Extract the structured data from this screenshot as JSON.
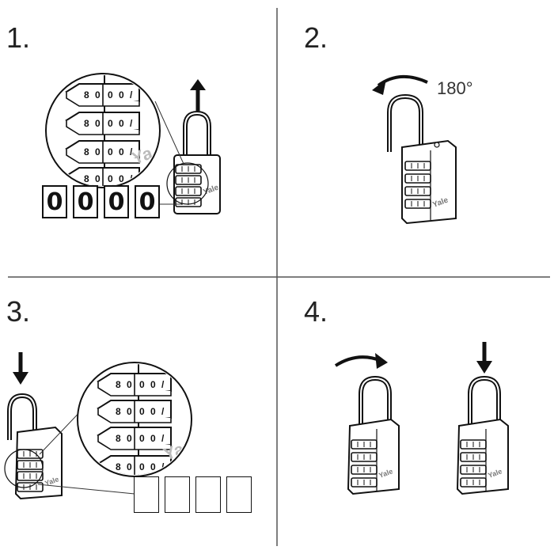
{
  "steps": [
    {
      "number": "1."
    },
    {
      "number": "2.",
      "rotation_label": "180°"
    },
    {
      "number": "3."
    },
    {
      "number": "4."
    }
  ],
  "step1": {
    "code_digits": [
      "0",
      "0",
      "0",
      "0"
    ]
  },
  "brand": "Yale",
  "colors": {
    "ink": "#111111",
    "divider": "#555555",
    "background": "#ffffff"
  }
}
